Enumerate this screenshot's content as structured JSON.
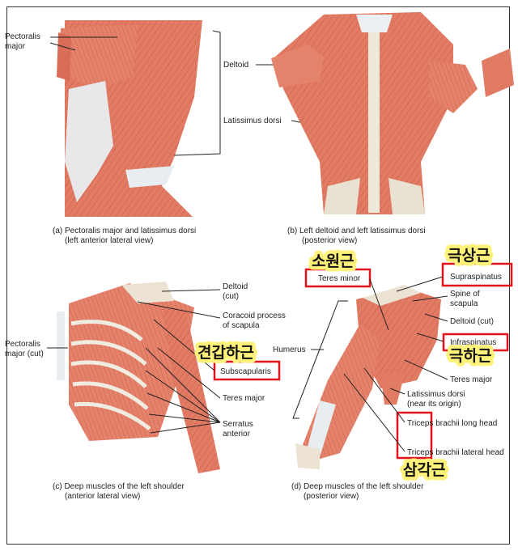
{
  "panels": {
    "a": {
      "caption": [
        "(a) Pectoralis major and latissimus dorsi",
        "(left anterior lateral view)"
      ],
      "labels": {
        "pectoralis_major": [
          "Pectoralis",
          "major"
        ],
        "deltoid": "Deltoid",
        "latissimus_dorsi": "Latissimus dorsi"
      }
    },
    "b": {
      "caption": [
        "(b) Left deltoid and left latissimus dorsi",
        "(posterior view)"
      ]
    },
    "c": {
      "caption": [
        "(c) Deep muscles of the left shoulder",
        "(anterior lateral view)"
      ],
      "labels": {
        "pectoralis_major_cut": [
          "Pectoralis",
          "major (cut)"
        ],
        "deltoid_cut": [
          "Deltoid",
          "(cut)"
        ],
        "coracoid": [
          "Coracoid process",
          "of scapula"
        ],
        "subscapularis": "Subscapularis",
        "teres_major": "Teres major",
        "serratus": [
          "Serratus",
          "anterior"
        ],
        "humerus": "Humerus"
      }
    },
    "d": {
      "caption": [
        "(d) Deep muscles of the left shoulder",
        "(posterior view)"
      ],
      "labels": {
        "teres_minor": "Teres minor",
        "supraspinatus": "Supraspinatus",
        "spine_of_scapula": [
          "Spine of",
          "scapula"
        ],
        "deltoid_cut": "Deltoid (cut)",
        "infraspinatus": "Infraspinatus",
        "teres_major": "Teres major",
        "latissimus_origin": [
          "Latissimus dorsi",
          "(near its origin)"
        ],
        "triceps_long": "Triceps brachii long head",
        "triceps_lateral": "Triceps brachii lateral head"
      }
    }
  },
  "korean_annotations": {
    "teres_minor": "소원근",
    "supraspinatus": "극상근",
    "subscapularis": "견갑하근",
    "infraspinatus": "극하근",
    "triceps_lateral": "삼각근"
  },
  "colors": {
    "muscle": "#e07a64",
    "tendon": "#dfe6ec",
    "bone": "#ece3d4",
    "highlight": "#e3121b",
    "ko_glow": "#fff27a"
  }
}
